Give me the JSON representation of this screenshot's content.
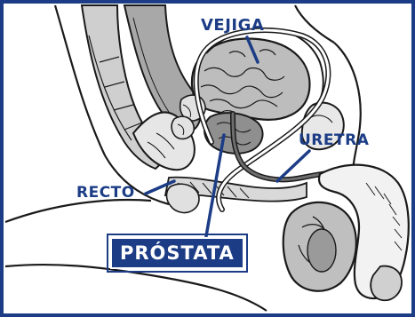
{
  "labels": {
    "vejiga": "VEJIGA",
    "uretra": "URETRA",
    "recto": "RECTO",
    "prostata": "PRÓSTATA"
  },
  "colors": {
    "label": "#1c3d86",
    "frame": "#1c3d86",
    "line_art": "#1a1a1a",
    "shading": "#a8a8a8",
    "background": "#ffffff"
  }
}
